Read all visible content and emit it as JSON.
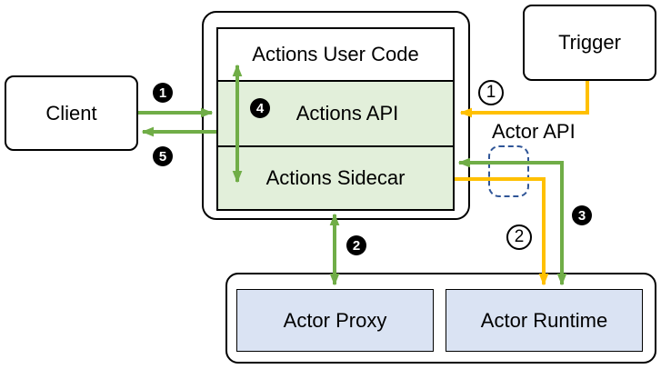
{
  "nodes": {
    "client": "Client",
    "trigger": "Trigger",
    "actions_user_code": "Actions User Code",
    "actions_api": "Actions API",
    "actions_sidecar": "Actions Sidecar",
    "actor_proxy": "Actor Proxy",
    "actor_runtime": "Actor Runtime"
  },
  "labels": {
    "actor_api": "Actor API"
  },
  "badges": {
    "step1": "1",
    "step2": "2",
    "step3": "3",
    "step4": "4",
    "step5": "5",
    "trigger_step1": "1",
    "trigger_step2": "2"
  },
  "colors": {
    "arrow_green": "#70AD47",
    "arrow_orange": "#FFC000",
    "fill_light_green": "#E2EFDA",
    "fill_light_blue": "#DAE3F3",
    "dashed_border_blue": "#2F5597",
    "line_black": "#000000"
  }
}
